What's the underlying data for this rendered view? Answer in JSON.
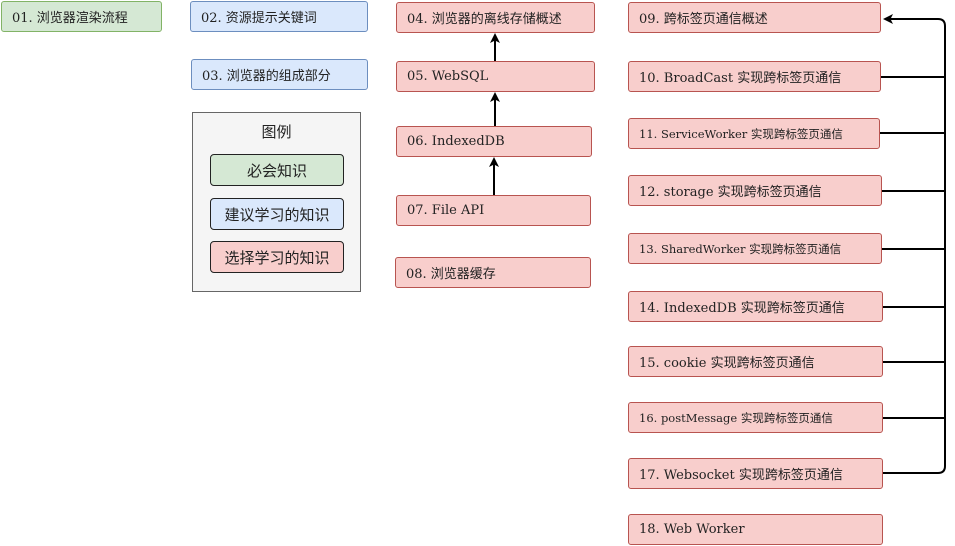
{
  "nodes": {
    "n01": "01. 浏览器渲染流程",
    "n02": "02. 资源提示关键词",
    "n03": "03. 浏览器的组成部分",
    "n04": "04. 浏览器的离线存储概述",
    "n05": "05. WebSQL",
    "n06": "06. IndexedDB",
    "n07": "07. File API",
    "n08": "08. 浏览器缓存",
    "n09": "09. 跨标签页通信概述",
    "n10": "10. BroadCast 实现跨标签页通信",
    "n11": "11. ServiceWorker 实现跨标签页通信",
    "n12": "12. storage 实现跨标签页通信",
    "n13": "13. SharedWorker 实现跨标签页通信",
    "n14": "14. IndexedDB 实现跨标签页通信",
    "n15": "15. cookie 实现跨标签页通信",
    "n16": "16. postMessage 实现跨标签页通信",
    "n17": "17. Websocket 实现跨标签页通信",
    "n18": "18. Web Worker"
  },
  "legend": {
    "title": "图例",
    "required": "必会知识",
    "suggested": "建议学习的知识",
    "optional": "选择学习的知识"
  },
  "colors": {
    "required_fill": "#d5e8d4",
    "suggested_fill": "#dae8fc",
    "optional_fill": "#f8cecc",
    "edge": "#000000"
  }
}
